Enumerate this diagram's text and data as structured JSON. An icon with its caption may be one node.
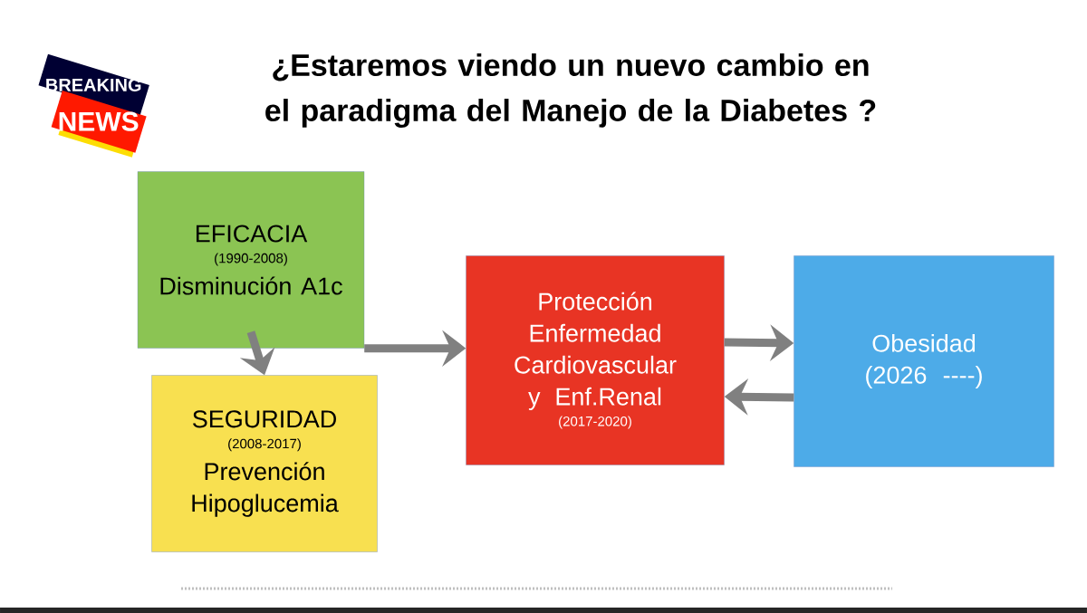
{
  "diagram": {
    "title": "¿Estaremos viendo un nuevo cambio en el paradigma del Manejo de la Diabetes ?",
    "nodes": [
      {
        "text": [
          "EFICACIA",
          "(1990-2008)",
          "Disminución A1c"
        ]
      },
      {
        "text": [
          "SEGURIDAD",
          "(2008-2017)",
          "Prevención Hipoglucemia"
        ]
      },
      {
        "text": [
          "Protección Enfermedad Cardiovascular y Enf.Renal",
          "(2017-2020)"
        ]
      },
      {
        "text": [
          "Obesidad",
          "(2026 ----)"
        ]
      }
    ],
    "edges": [
      {
        "from": 0,
        "to": 1,
        "arrow": "to"
      },
      {
        "from": 0,
        "to": 2,
        "arrow": "to"
      },
      {
        "from": 2,
        "to": 3,
        "arrow": "to"
      },
      {
        "from": 3,
        "to": 2,
        "arrow": "to"
      }
    ],
    "labels": [
      "BREAKING",
      "NEWS"
    ]
  }
}
